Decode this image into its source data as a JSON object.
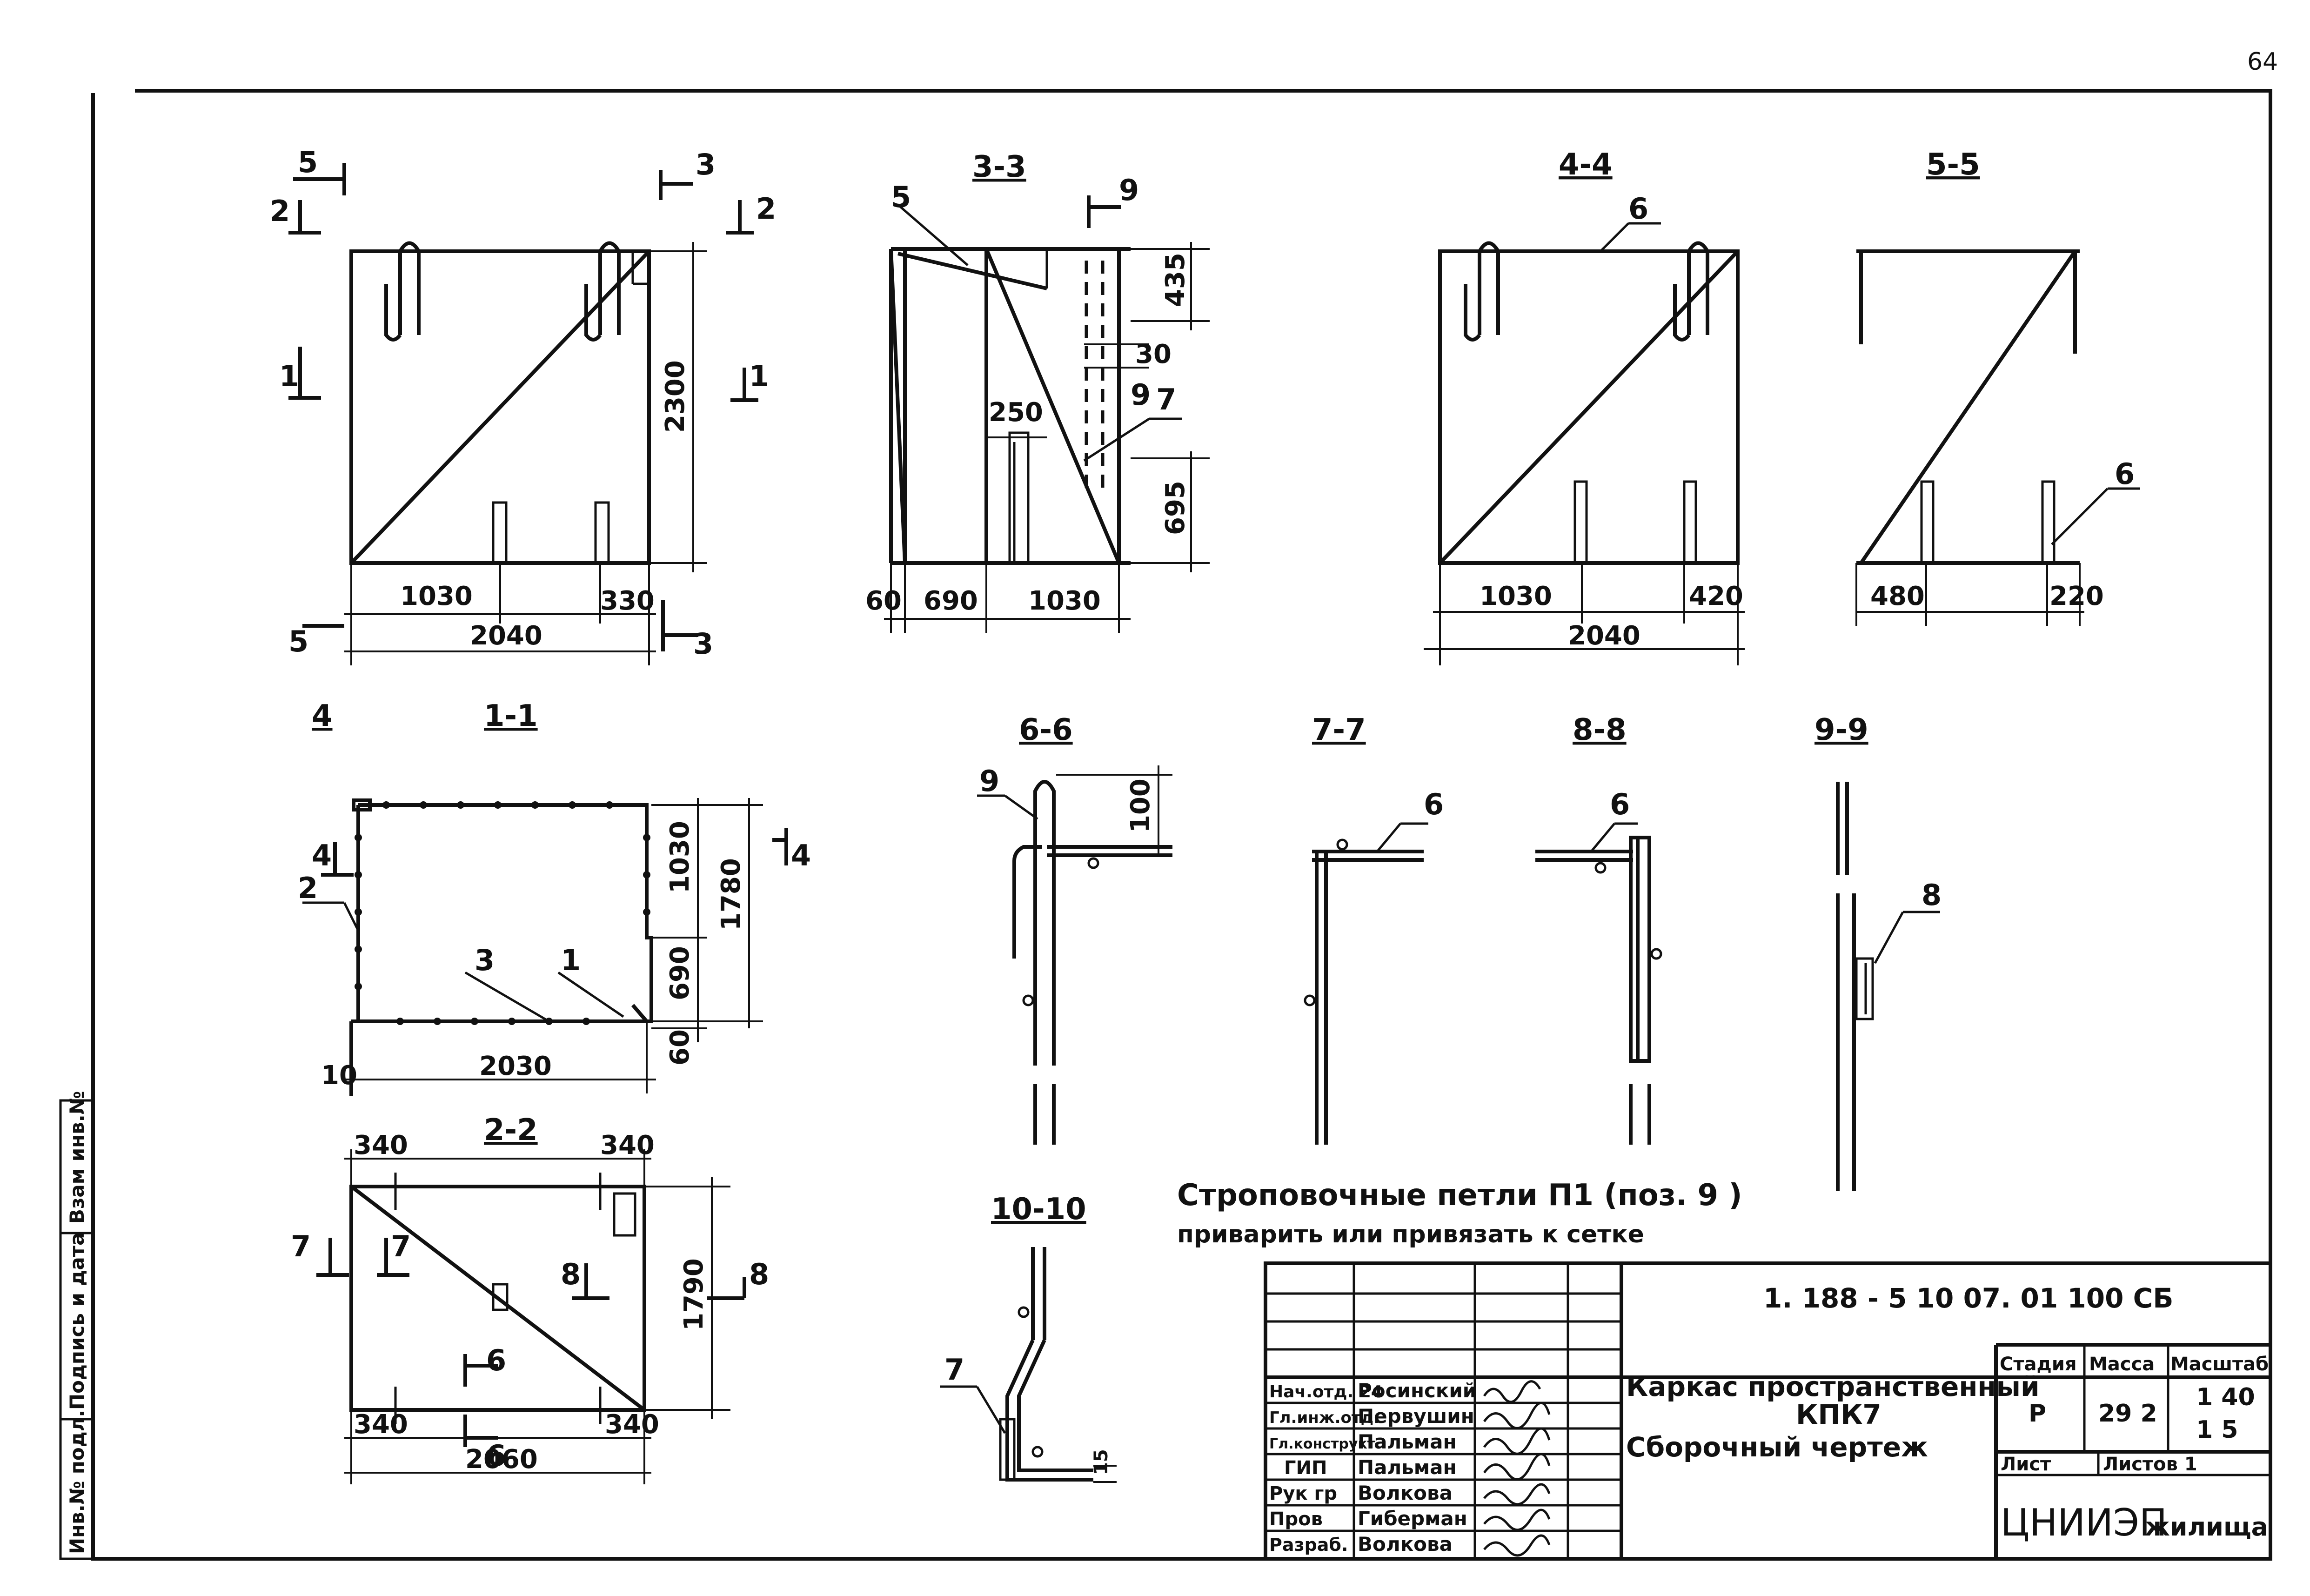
{
  "page_number": "64",
  "side_stamp": {
    "col1": "Инв.№ подл.",
    "col2": "Подпись и дата",
    "col3": "Взам инв.№"
  },
  "sections": {
    "s33": "3-3",
    "s44": "4-4",
    "s55": "5-5",
    "s11": "1-1",
    "s22": "2-2",
    "s66": "6-6",
    "s77": "7-7",
    "s88": "8-8",
    "s99": "9-9",
    "s1010": "10-10"
  },
  "cut_markers": [
    "5",
    "2",
    "3",
    "2",
    "1",
    "1",
    "5",
    "3",
    "4",
    "4",
    "4",
    "7",
    "7",
    "8",
    "8",
    "6",
    "6",
    "9",
    "9"
  ],
  "dimensions": {
    "front_h": "2300",
    "front_w1": "1030",
    "front_w2": "330",
    "front_total": "2040",
    "s33_top": "435",
    "s33_gap": "30",
    "s33_low": "695",
    "s33_250": "250",
    "s33_b1": "60",
    "s33_b2": "690",
    "s33_b3": "1030",
    "s44_w1": "1030",
    "s44_w2": "420",
    "s44_total": "2040",
    "s55_w1": "480",
    "s55_w2": "220",
    "p11_h1": "1030",
    "p11_h2": "690",
    "p11_h3": "60",
    "p11_total_h": "1780",
    "p11_w": "2030",
    "p11_off": "10",
    "p22_t1": "340",
    "p22_t2": "340",
    "p22_b1": "340",
    "p22_b2": "340",
    "p22_w": "2060",
    "p22_h": "1790",
    "s66_h": "100",
    "s1010_h": "15"
  },
  "positions": [
    "5",
    "2",
    "3",
    "1",
    "6",
    "6",
    "9",
    "7",
    "6",
    "6",
    "8",
    "7",
    "9"
  ],
  "note": {
    "line1": "Строповочные  петли  П1 (поз. 9 )",
    "line2": "приварить  или  привязать  к  сетке"
  },
  "title_block": {
    "doc_code": "1. 188 - 5 10        07. 01 100 СБ",
    "title_line1": "Каркас  пространственный",
    "title_line2": "КПК7",
    "title_line3": "Сборочный  чертеж",
    "stage_hdr": "Стадия",
    "mass_hdr": "Масса",
    "scale_hdr": "Масштаб",
    "stage": "Р",
    "mass": "29 2",
    "scale1": "1 40",
    "scale2": "1 5",
    "sheet_hdr": "Лист",
    "sheets_hdr": "Листов  1",
    "org": "ЦНИИЭП",
    "org2": "жилища",
    "roles": [
      {
        "role": "Нач.отд. 24",
        "name": "Росинский"
      },
      {
        "role": "Гл.инж.отд.",
        "name": "Первушин"
      },
      {
        "role": "Гл.конструкт.",
        "name": "Пальман"
      },
      {
        "role": "ГИП",
        "name": "Пальман"
      },
      {
        "role": "Рук гр",
        "name": "Волкова"
      },
      {
        "role": "Пров",
        "name": "Гиберман"
      },
      {
        "role": "Разраб.",
        "name": "Волкова"
      }
    ]
  }
}
